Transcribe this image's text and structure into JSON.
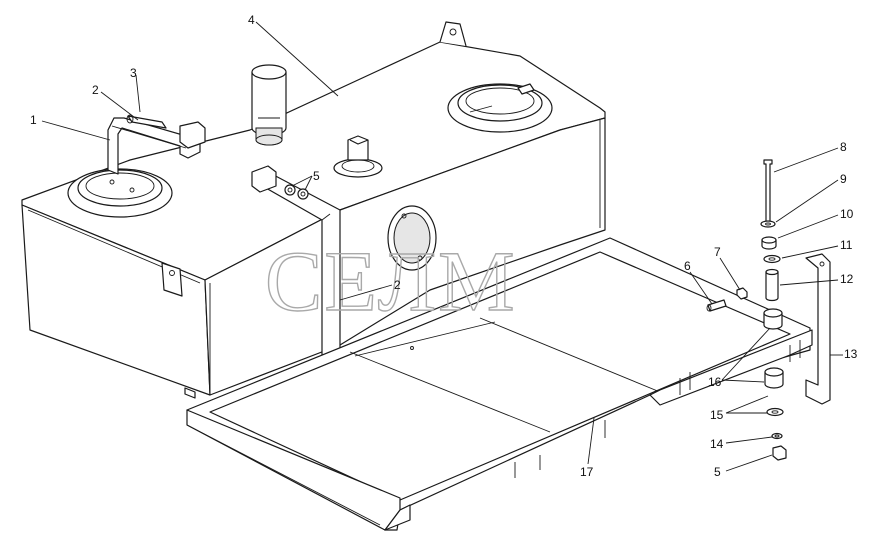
{
  "watermark": "СЕЛМ",
  "callouts": [
    {
      "id": "c1",
      "label": "1"
    },
    {
      "id": "c2a",
      "label": "2"
    },
    {
      "id": "c3",
      "label": "3"
    },
    {
      "id": "c4",
      "label": "4"
    },
    {
      "id": "c5a",
      "label": "5"
    },
    {
      "id": "c2b",
      "label": "2"
    },
    {
      "id": "c6",
      "label": "6"
    },
    {
      "id": "c7",
      "label": "7"
    },
    {
      "id": "c8",
      "label": "8"
    },
    {
      "id": "c9",
      "label": "9"
    },
    {
      "id": "c10",
      "label": "10"
    },
    {
      "id": "c11",
      "label": "11"
    },
    {
      "id": "c12",
      "label": "12"
    },
    {
      "id": "c13",
      "label": "13"
    },
    {
      "id": "c16",
      "label": "16"
    },
    {
      "id": "c15",
      "label": "15"
    },
    {
      "id": "c14",
      "label": "14"
    },
    {
      "id": "c5b",
      "label": "5"
    },
    {
      "id": "c17",
      "label": "17"
    }
  ]
}
